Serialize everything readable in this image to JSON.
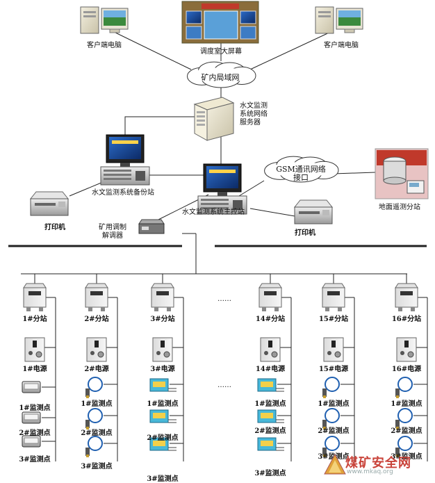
{
  "top": {
    "client_pc_left": "客户端电脑",
    "big_screen": "调度室大屏幕",
    "client_pc_right": "客户端电脑",
    "lan": "矿内局域网",
    "server": "水文监测\n系统网络\n服务器",
    "gsm": "GSM通讯网络\n接口",
    "backup_station": "水文监测系统备份站",
    "main_station": "水文监测系统主控站",
    "ground_station": "地面遥测分站",
    "printer_left": "打印机",
    "printer_right": "打印机",
    "modem": "矿用调制\n解调器"
  },
  "ellipsis": [
    "……",
    "……"
  ],
  "stations": [
    {
      "substation": "1#分站",
      "power": "1#电源",
      "points": [
        "1#监测点",
        "2#监测点",
        "3#监测点"
      ]
    },
    {
      "substation": "2#分站",
      "power": "2#电源",
      "points": [
        "1#监测点",
        "2#监测点",
        "3#监测点"
      ]
    },
    {
      "substation": "3#分站",
      "power": "3#电源",
      "points": [
        "1#监测点",
        "2#监测点",
        "3#监测点"
      ]
    },
    {
      "substation": "14#分站",
      "power": "14#电源",
      "points": [
        "1#监测点",
        "2#监测点",
        "3#监测点"
      ]
    },
    {
      "substation": "15#分站",
      "power": "15#电源",
      "points": [
        "1#监测点",
        "2#监测点",
        "3#监测点"
      ]
    },
    {
      "substation": "16#分站",
      "power": "16#电源",
      "points": [
        "1#监测点",
        "2#监测点",
        "3#监测点"
      ]
    }
  ],
  "watermark": {
    "logo": "煤矿安全网",
    "url": "www.mkaq.org"
  }
}
